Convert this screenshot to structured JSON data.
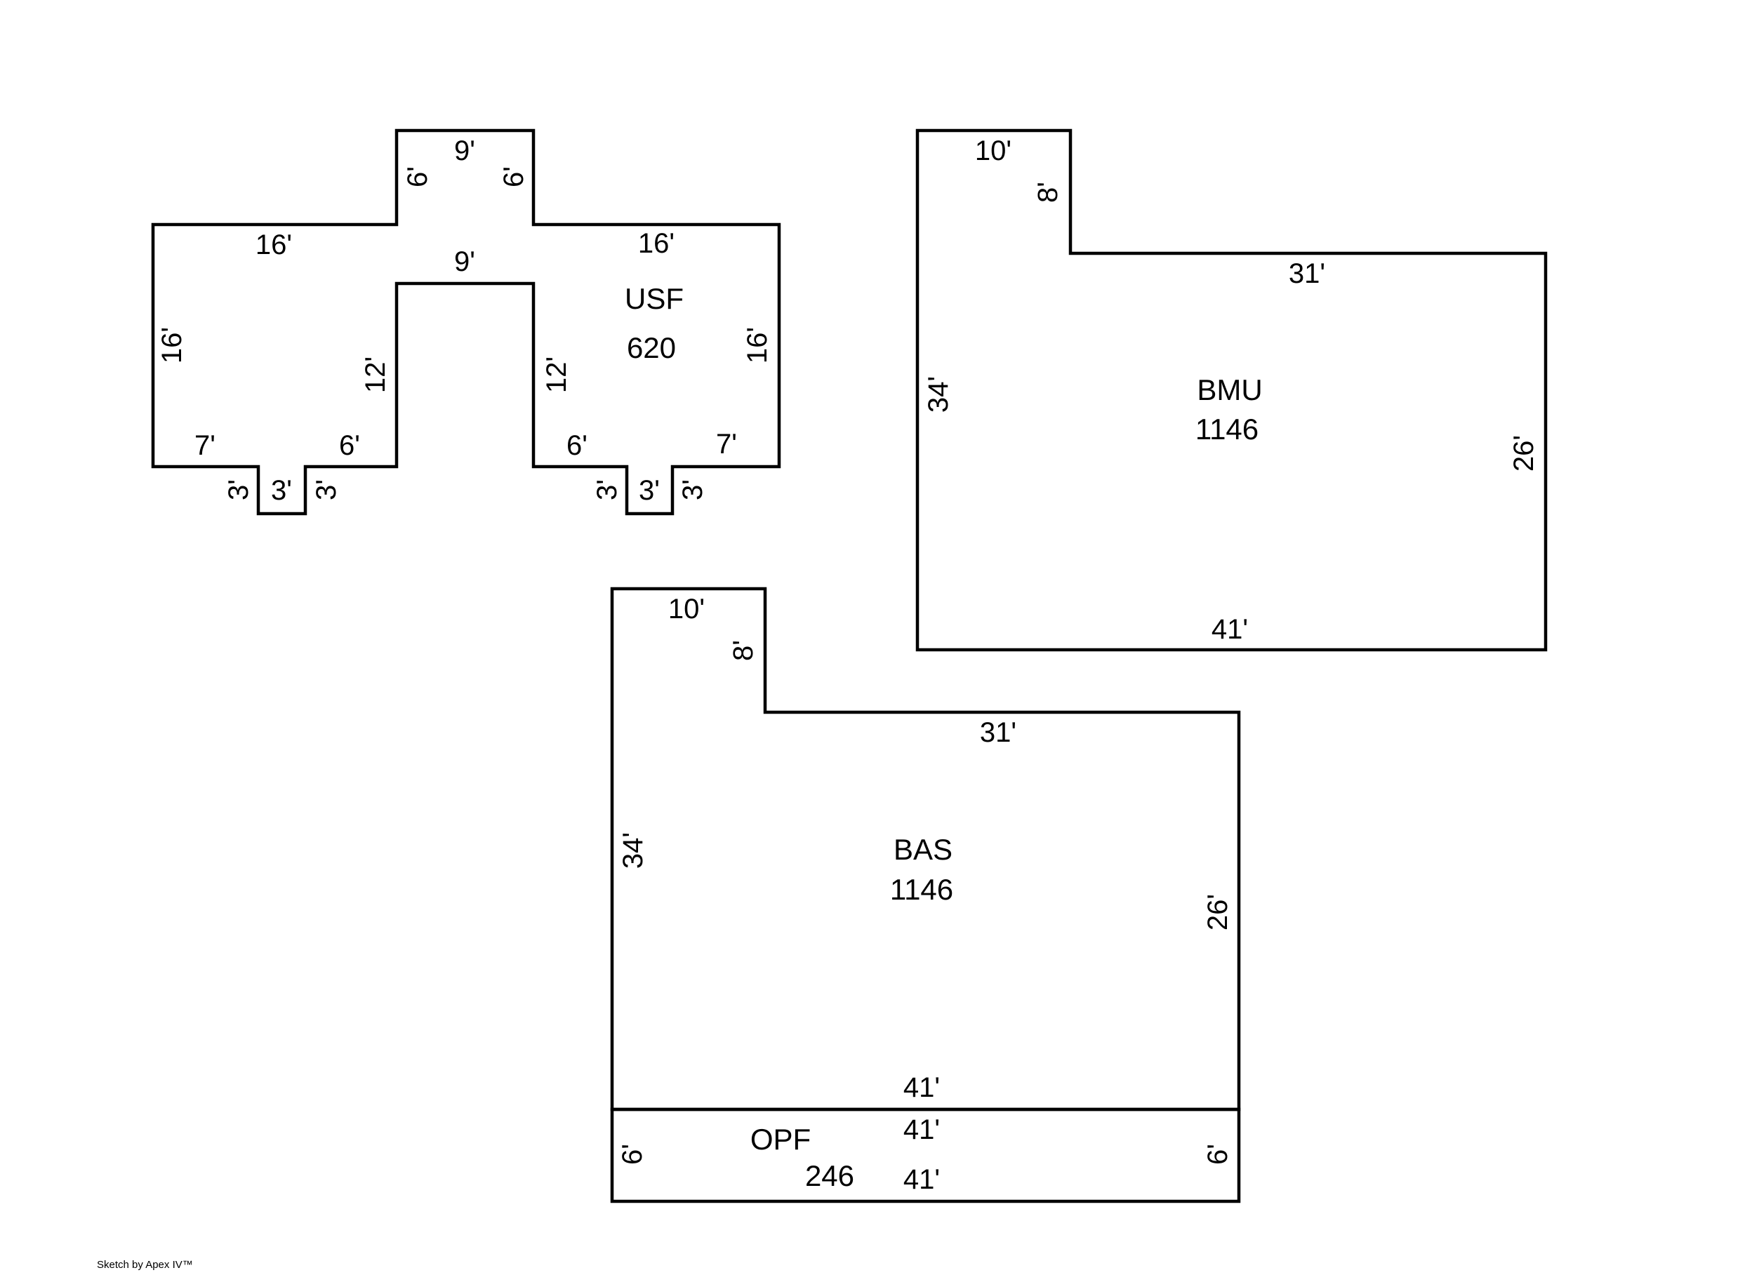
{
  "footer": {
    "credit": "Sketch by Apex IV™"
  },
  "areas": {
    "usf": {
      "code": "USF",
      "area": "620",
      "dims": [
        "9'",
        "6'",
        "6'",
        "16'",
        "16'",
        "9'",
        "16'",
        "16'",
        "12'",
        "12'",
        "7'",
        "6'",
        "6'",
        "7'",
        "3'",
        "3'",
        "3'",
        "3'",
        "3'",
        "3'"
      ]
    },
    "bmu": {
      "code": "BMU",
      "area": "1146",
      "dims": [
        "10'",
        "8'",
        "31'",
        "34'",
        "26'",
        "41'"
      ]
    },
    "bas": {
      "code": "BAS",
      "area": "1146",
      "dims": [
        "10'",
        "8'",
        "31'",
        "34'",
        "26'",
        "41'"
      ]
    },
    "opf": {
      "code": "OPF",
      "area": "246",
      "dims": [
        "41'",
        "41'",
        "6'",
        "6'"
      ]
    }
  }
}
